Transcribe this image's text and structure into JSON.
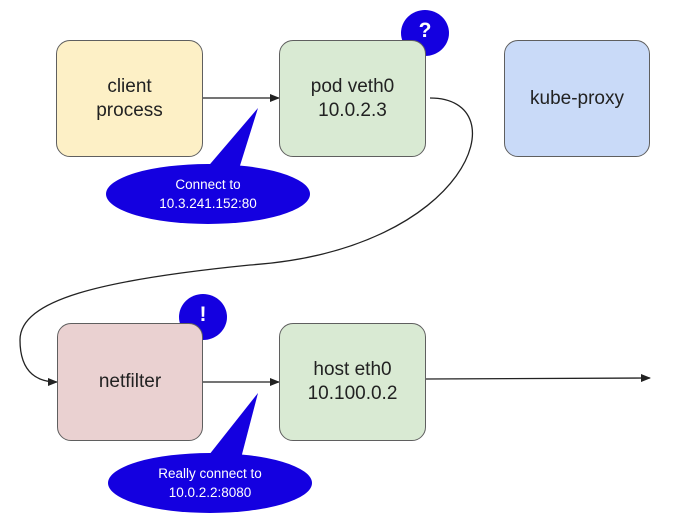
{
  "nodes": {
    "client": {
      "line1": "client",
      "line2": "process"
    },
    "pod": {
      "line1": "pod veth0",
      "line2": "10.0.2.3"
    },
    "kube_proxy": {
      "line1": "kube-proxy"
    },
    "netfilter": {
      "line1": "netfilter"
    },
    "host": {
      "line1": "host eth0",
      "line2": "10.100.0.2"
    }
  },
  "callouts": {
    "connect": {
      "line1": "Connect to",
      "line2": "10.3.241.152:80"
    },
    "really_connect": {
      "line1": "Really connect to",
      "line2": "10.0.2.2:8080"
    }
  },
  "badges": {
    "question": "?",
    "exclaim": "!"
  },
  "colors": {
    "client_fill": "#fdf0c6",
    "pod_fill": "#d9ead3",
    "kube_proxy_fill": "#c9daf8",
    "netfilter_fill": "#ead1d1",
    "host_fill": "#d9ead3",
    "callout_fill": "#1400e0"
  }
}
